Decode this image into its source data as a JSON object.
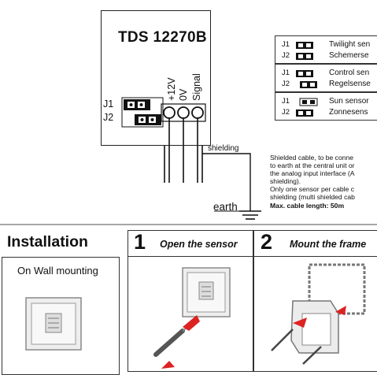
{
  "device": {
    "model": "TDS 12270B",
    "terminals": [
      "+12V",
      "0V",
      "Signal"
    ],
    "jumpers": [
      "J1",
      "J2"
    ],
    "shielding_label": "shielding",
    "earth_label": "earth"
  },
  "jumper_table": [
    {
      "j1": "J1",
      "j2": "J2",
      "line1": "Twilight sen",
      "line2": "Schemerse"
    },
    {
      "j1": "J1",
      "j2": "J2",
      "line1": "Control sen",
      "line2": "Regelsense"
    },
    {
      "j1": "J1",
      "j2": "J2",
      "line1": "Sun sensor",
      "line2": "Zonnesens"
    }
  ],
  "note": {
    "lines": [
      "Shielded cable, to be conne",
      "to earth at the central unit or",
      "the analog input interface (A",
      "shielding).",
      "Only one sensor per cable c",
      "shielding (multi shielded cab"
    ],
    "bold_line": "Max. cable length: 50m"
  },
  "installation": {
    "title": "Installation",
    "wall_label": "On Wall mounting",
    "steps": [
      {
        "number": "1",
        "label": "Open the sensor"
      },
      {
        "number": "2",
        "label": "Mount the frame"
      }
    ]
  }
}
